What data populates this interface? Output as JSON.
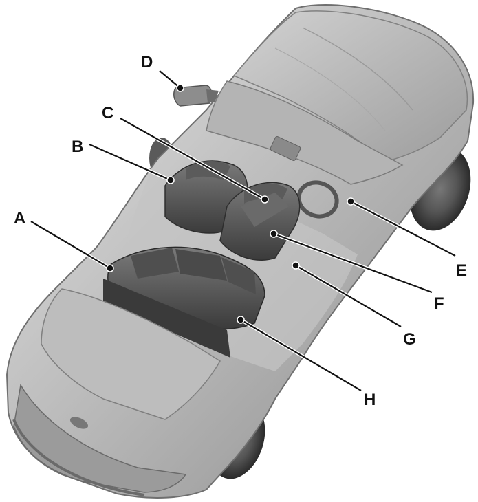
{
  "callouts": [
    {
      "label": "A"
    },
    {
      "label": "B"
    },
    {
      "label": "C"
    },
    {
      "label": "D"
    },
    {
      "label": "E"
    },
    {
      "label": "F"
    },
    {
      "label": "G"
    },
    {
      "label": "H"
    }
  ],
  "colors": {
    "body_light": "#d9d9d9",
    "body_mid": "#a9a9a9",
    "body_dark": "#5f5f5f",
    "seat_dark": "#3f3f3f",
    "tire": "#3a3a3a",
    "leader": "#111111"
  }
}
